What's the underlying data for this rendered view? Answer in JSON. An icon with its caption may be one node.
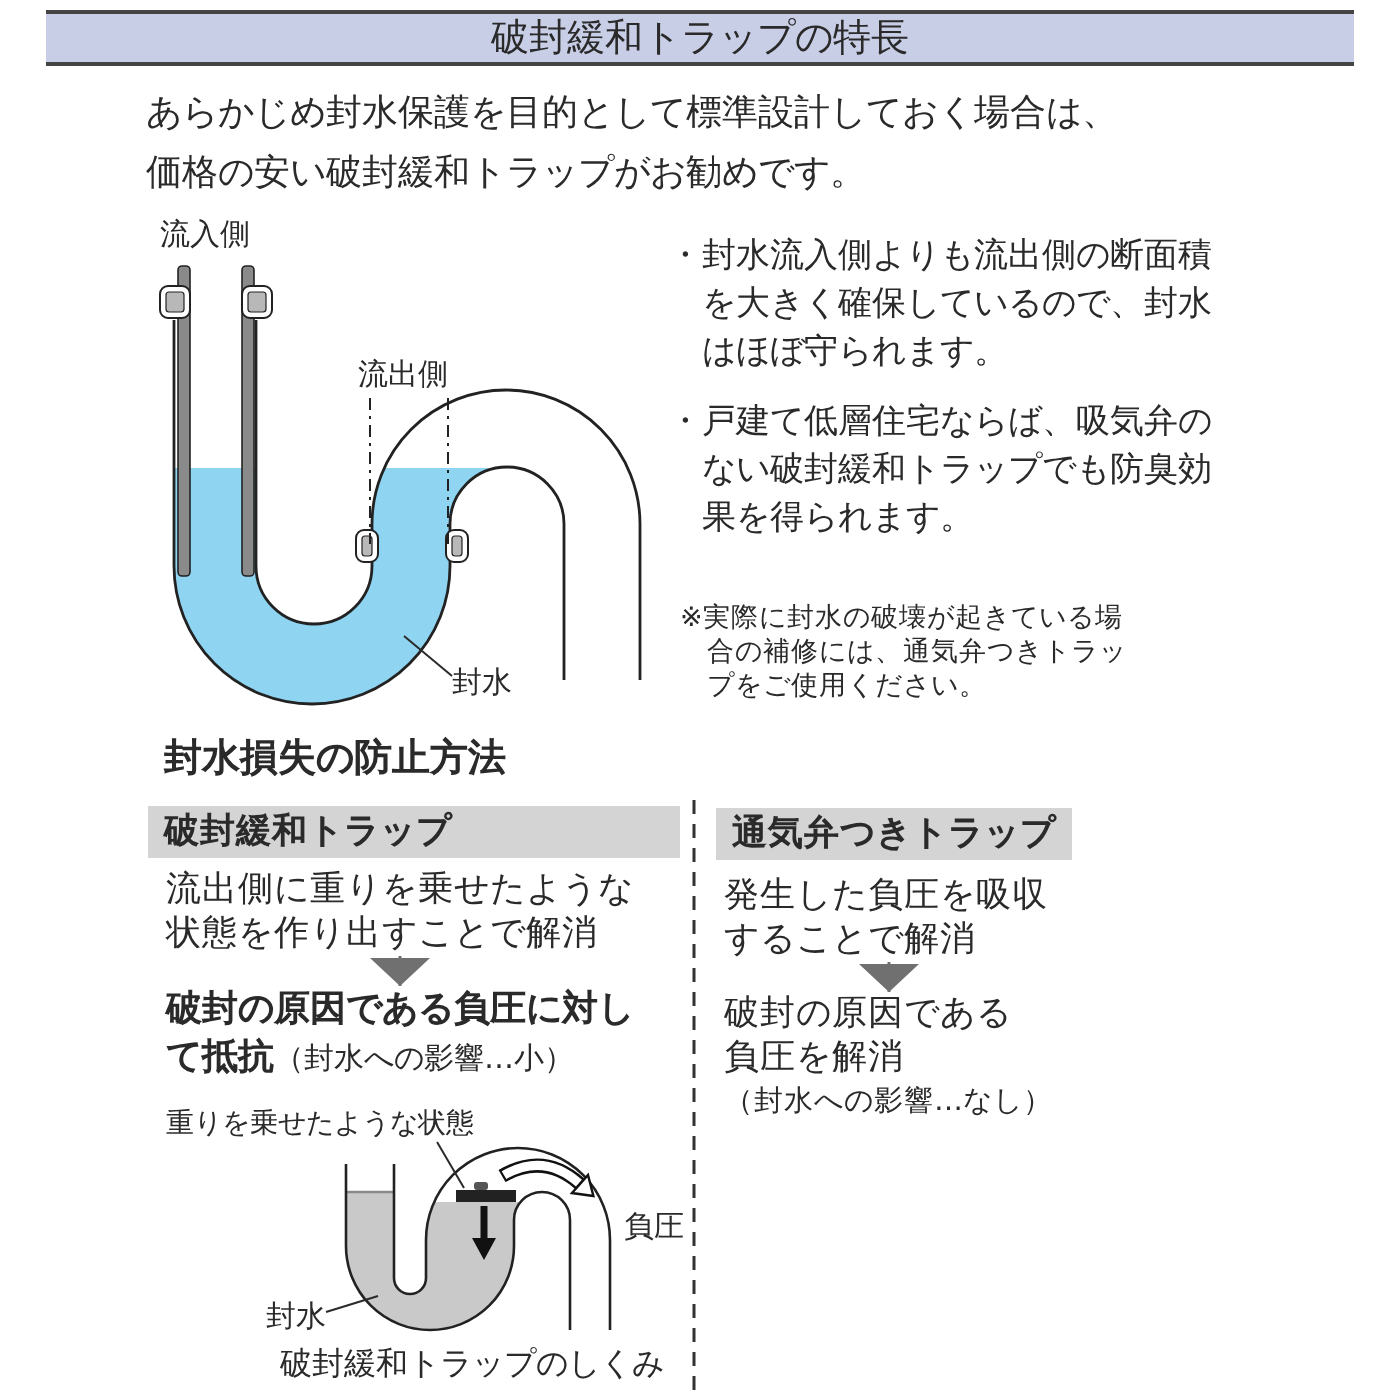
{
  "diagram": {
    "title": "破封緩和トラップの特長",
    "nodes": [
      {
        "text": [
          "封水"
        ]
      },
      {
        "text": [
          "破封緩和トラップ"
        ]
      },
      {
        "text": [
          "流出側に重りを乗せたような状態を作り出すことで解消"
        ]
      },
      {
        "text": [
          "**破封の原因である負圧に対して抵抗**（封水への影響…小）"
        ]
      },
      {
        "text": [
          "重りを乗せたような状態"
        ]
      },
      {
        "text": [
          "封水"
        ]
      },
      {
        "text": [
          "通気弁つきトラップ"
        ]
      },
      {
        "text": [
          "発生した負圧を吸収することで解消"
        ]
      },
      {
        "text": [
          "破封の原因である負圧を解消",
          "（封水への影響…なし）"
        ]
      }
    ],
    "edges": [
      {
        "from": 0,
        "to": null,
        "arrow": "none"
      },
      {
        "from": 2,
        "to": 3,
        "arrow": "to",
        "color": "#707070"
      },
      {
        "from": 4,
        "to": null,
        "arrow": "none"
      },
      {
        "from": 5,
        "to": null,
        "arrow": "none"
      },
      {
        "from": 7,
        "to": 8,
        "arrow": "to",
        "color": "#707070"
      }
    ],
    "labels": [
      "あらかじめ封水保護を目的として標準設計しておく場合は、価格の安い破封緩和トラップがお勧めです。",
      "流入側",
      "・封水流入側よりも流出側の断面積を大きく確保しているので、封水はほぼ守られます。",
      "流出側",
      "・戸建て低層住宅ならば、吸気弁のない破封緩和トラップでも防臭効果を得られます。",
      "※実際に封水の破壊が起きている場合の補修には、通気弁つきトラップをご使用ください。",
      "封水損失の防止方法",
      "負圧",
      "破封緩和トラップのしくみ"
    ]
  }
}
